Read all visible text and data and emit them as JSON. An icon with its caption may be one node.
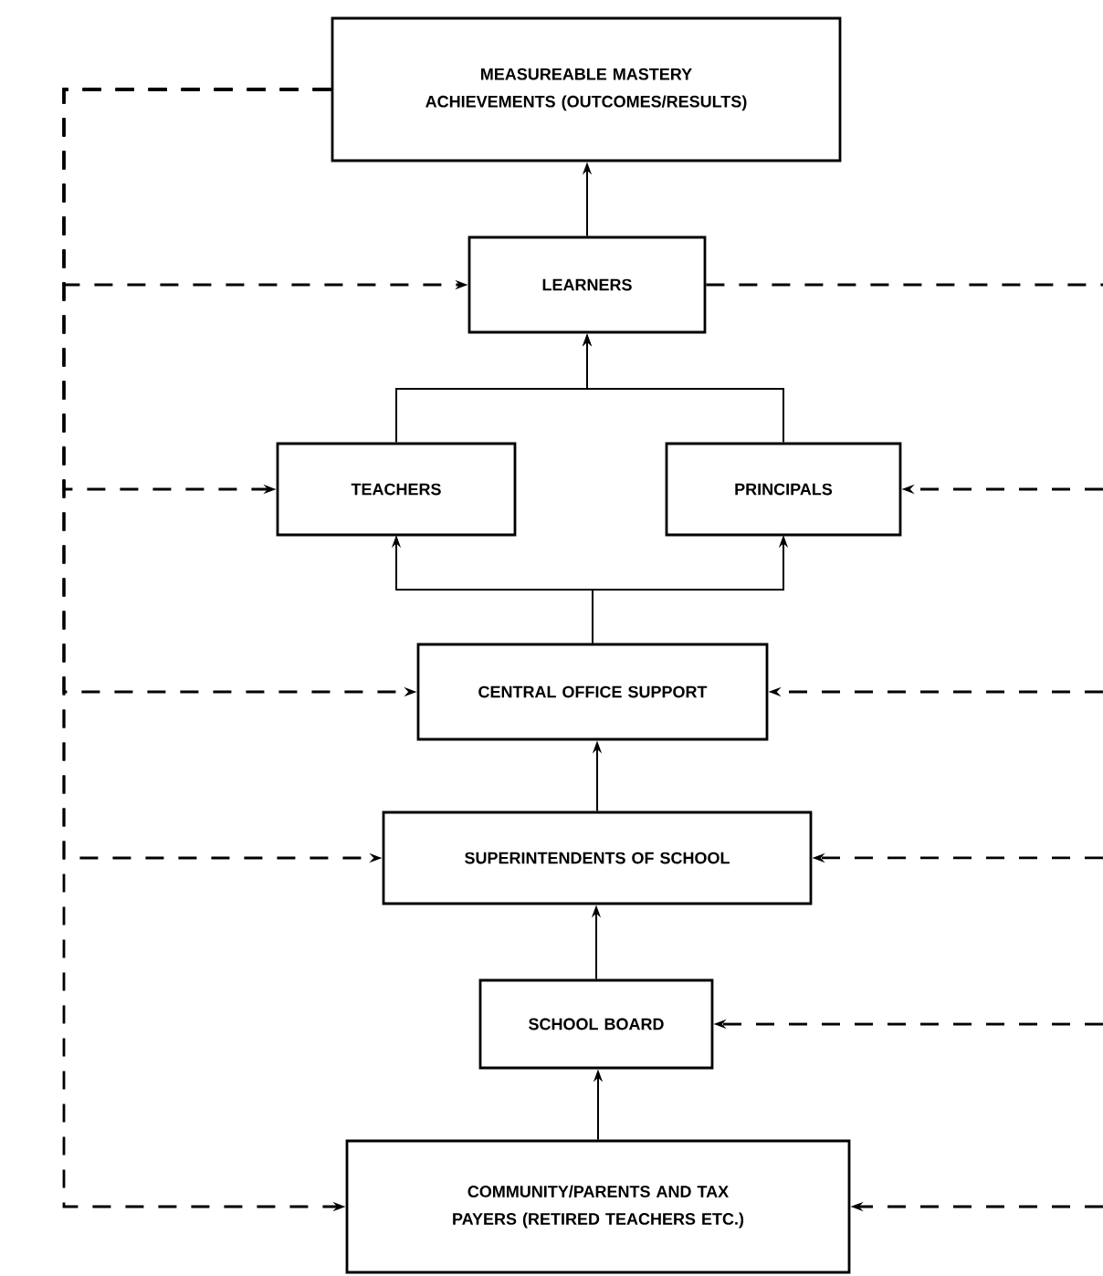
{
  "diagram": {
    "nodes": [
      {
        "text": [
          "MEASUREABLE MASTERY ACHIEVEMENTS (OUTCOMES/RESULTS)"
        ]
      },
      {
        "text": [
          "LEARNERS"
        ]
      },
      {
        "text": [
          "TEACHERS"
        ]
      },
      {
        "text": [
          "PRINCIPALS"
        ]
      },
      {
        "text": [
          "CENTRAL OFFICE SUPPORT"
        ]
      },
      {
        "text": [
          "SUPERINTENDENTS OF SCHOOL"
        ]
      },
      {
        "text": [
          "SCHOOL BOARD"
        ]
      },
      {
        "text": [
          "COMMUNITY/PARENTS AND TAX PAYERS (RETIRED TEACHERS ETC.)"
        ]
      }
    ],
    "edges": [
      {
        "from": 1,
        "to": 0,
        "arrow": "to"
      },
      {
        "from": 2,
        "to": 1,
        "arrow": "to"
      },
      {
        "from": 3,
        "to": 1,
        "arrow": "to"
      },
      {
        "from": 4,
        "to": 2,
        "arrow": "to"
      },
      {
        "from": 4,
        "to": 3,
        "arrow": "to"
      },
      {
        "from": 5,
        "to": 4,
        "arrow": "to"
      },
      {
        "from": 6,
        "to": 5,
        "arrow": "to"
      },
      {
        "from": 7,
        "to": 6,
        "arrow": "to"
      },
      {
        "from": 0,
        "to": 1,
        "arrow": "to",
        "style": "dashed"
      },
      {
        "from": 0,
        "to": 2,
        "arrow": "to",
        "style": "dashed"
      },
      {
        "from": 0,
        "to": 4,
        "arrow": "to",
        "style": "dashed"
      },
      {
        "from": 0,
        "to": 5,
        "arrow": "to",
        "style": "dashed"
      },
      {
        "from": 0,
        "to": 7,
        "arrow": "to",
        "style": "dashed"
      },
      {
        "from": 1,
        "to": null,
        "arrow": "none",
        "style": "dashed"
      },
      {
        "from": null,
        "to": 3,
        "arrow": "to",
        "style": "dashed"
      },
      {
        "from": null,
        "to": 4,
        "arrow": "to",
        "style": "dashed"
      },
      {
        "from": null,
        "to": 5,
        "arrow": "to",
        "style": "dashed"
      },
      {
        "from": null,
        "to": 6,
        "arrow": "to",
        "style": "dashed"
      },
      {
        "from": null,
        "to": 7,
        "arrow": "to",
        "style": "dashed"
      }
    ]
  }
}
